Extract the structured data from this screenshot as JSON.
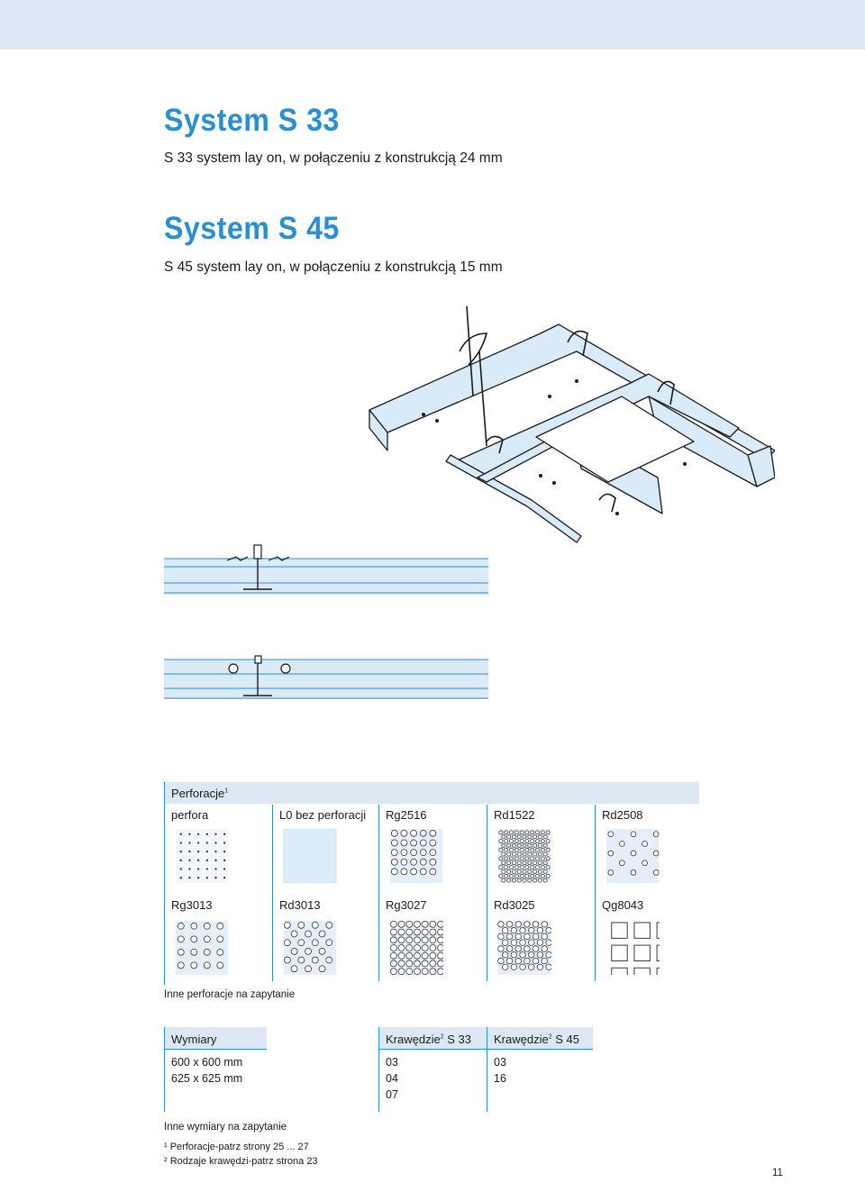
{
  "heading1": {
    "title": "System S 33",
    "subtitle": "S 33 system lay on, w połączeniu z konstrukcją 24 mm"
  },
  "heading2": {
    "title": "System S 45",
    "subtitle": "S 45 system lay on, w połączeniu z konstrukcją 15 mm"
  },
  "perforations": {
    "header": "Perforacje",
    "header_sup": "1",
    "row1": [
      {
        "code": "perfora",
        "desc": "",
        "pattern": "perfora"
      },
      {
        "code": "L0",
        "desc": " bez perforacji",
        "pattern": "none"
      },
      {
        "code": "Rg2516",
        "desc": "",
        "pattern": "Rg2516"
      },
      {
        "code": "Rd1522",
        "desc": "",
        "pattern": "Rd1522"
      },
      {
        "code": "Rd2508",
        "desc": "",
        "pattern": "Rd2508"
      }
    ],
    "row2": [
      {
        "code": "Rg3013",
        "desc": "",
        "pattern": "Rg3013"
      },
      {
        "code": "Rd3013",
        "desc": "",
        "pattern": "Rd3013"
      },
      {
        "code": "Rg3027",
        "desc": "",
        "pattern": "Rg3027"
      },
      {
        "code": "Rd3025",
        "desc": "",
        "pattern": "Rd3025"
      },
      {
        "code": "Qg8043",
        "desc": "",
        "pattern": "Qg8043"
      }
    ],
    "note": "Inne perforacje na zapytanie"
  },
  "dimensions": {
    "col1_header": "Wymiary",
    "col2_header": "Krawędzie",
    "col2_suffix": " S 33",
    "col3_header": "Krawędzie",
    "col3_suffix": " S 45",
    "sup": "2",
    "col1_values": [
      "600 x 600 mm",
      "625 x 625 mm"
    ],
    "col2_values": [
      "03",
      "04",
      "07"
    ],
    "col3_values": [
      "03",
      "16"
    ],
    "note": "Inne wymiary na zapytanie"
  },
  "footnotes": [
    "¹ Perforacje-patrz strony 25 ... 27",
    "² Rodzaje krawędzi-patrz strona 23"
  ],
  "page_number": "11",
  "colors": {
    "accent": "#2a8fd0",
    "band": "#dce9f5",
    "profile": "#cfe3f4"
  }
}
